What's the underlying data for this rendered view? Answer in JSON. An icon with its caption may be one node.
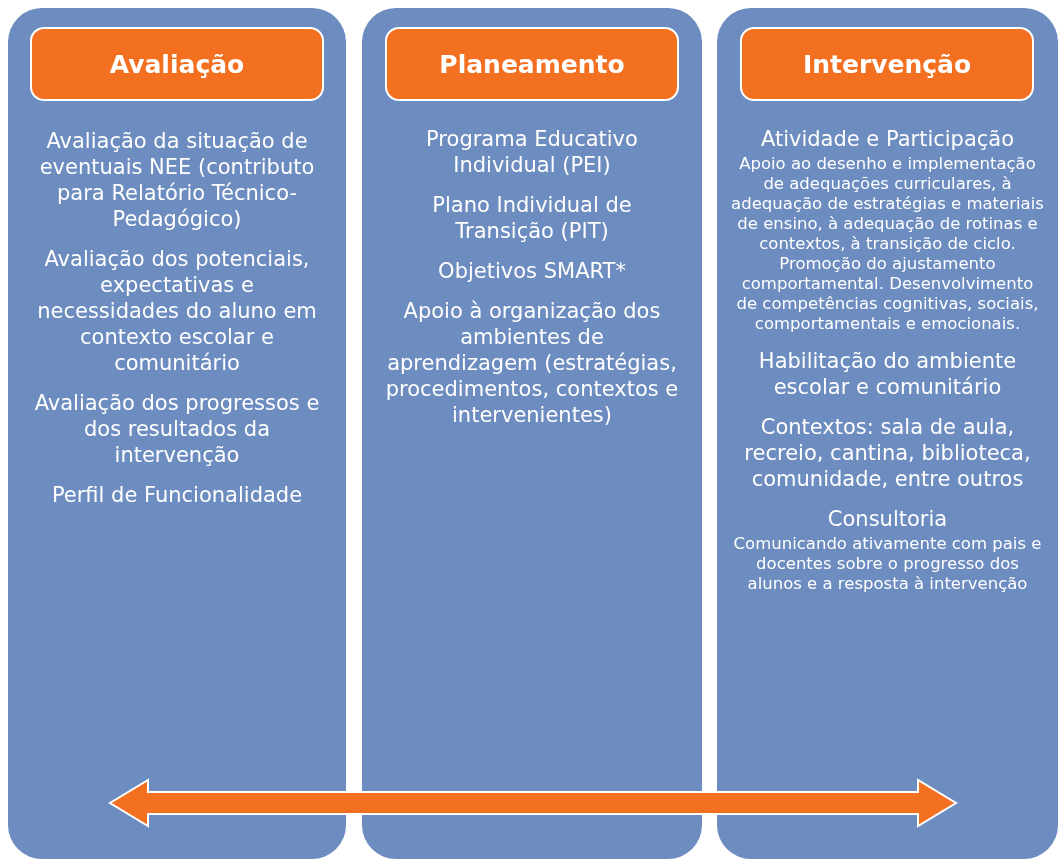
{
  "diagram": {
    "nodes": [
      {
        "text": [
          "Avaliação da situação de eventuais NEE (contributo para Relatório Técnico-Pedagógico)",
          "Avaliação dos potenciais, expectativas e necessidades do aluno em contexto escolar e comunitário",
          "Avaliação dos progressos e dos resultados da intervenção",
          "Perfil de Funcionalidade"
        ]
      },
      {
        "text": [
          "Avaliação"
        ],
        "in": 0
      },
      {
        "text": [
          "Programa Educativo Individual (PEI)",
          "Plano Individual de Transição (PIT)",
          "Objetivos SMART*",
          "Apoio à organização dos ambientes de aprendizagem (estratégias, procedimentos, contextos e intervenientes)"
        ]
      },
      {
        "text": [
          "Planeamento"
        ],
        "in": 2
      },
      {
        "text": [
          "Atividade e Participação",
          "Apoio ao desenho e implementação de adequações curriculares, à adequação de estratégias e materiais de ensino, à adequação de rotinas e contextos, à transição de ciclo. Promoção do ajustamento comportamental. Desenvolvimento de competências cognitivas, sociais, comportamentais e emocionais.",
          "Habilitação do ambiente escolar e comunitário",
          "Contextos: sala de aula, recreio, cantina, biblioteca, comunidade, entre outros",
          "Consultoria",
          "Comunicando ativamente com pais e docentes sobre o progresso dos alunos e a resposta à intervenção"
        ]
      },
      {
        "text": [
          "Intervenção"
        ],
        "in": 4
      }
    ]
  }
}
